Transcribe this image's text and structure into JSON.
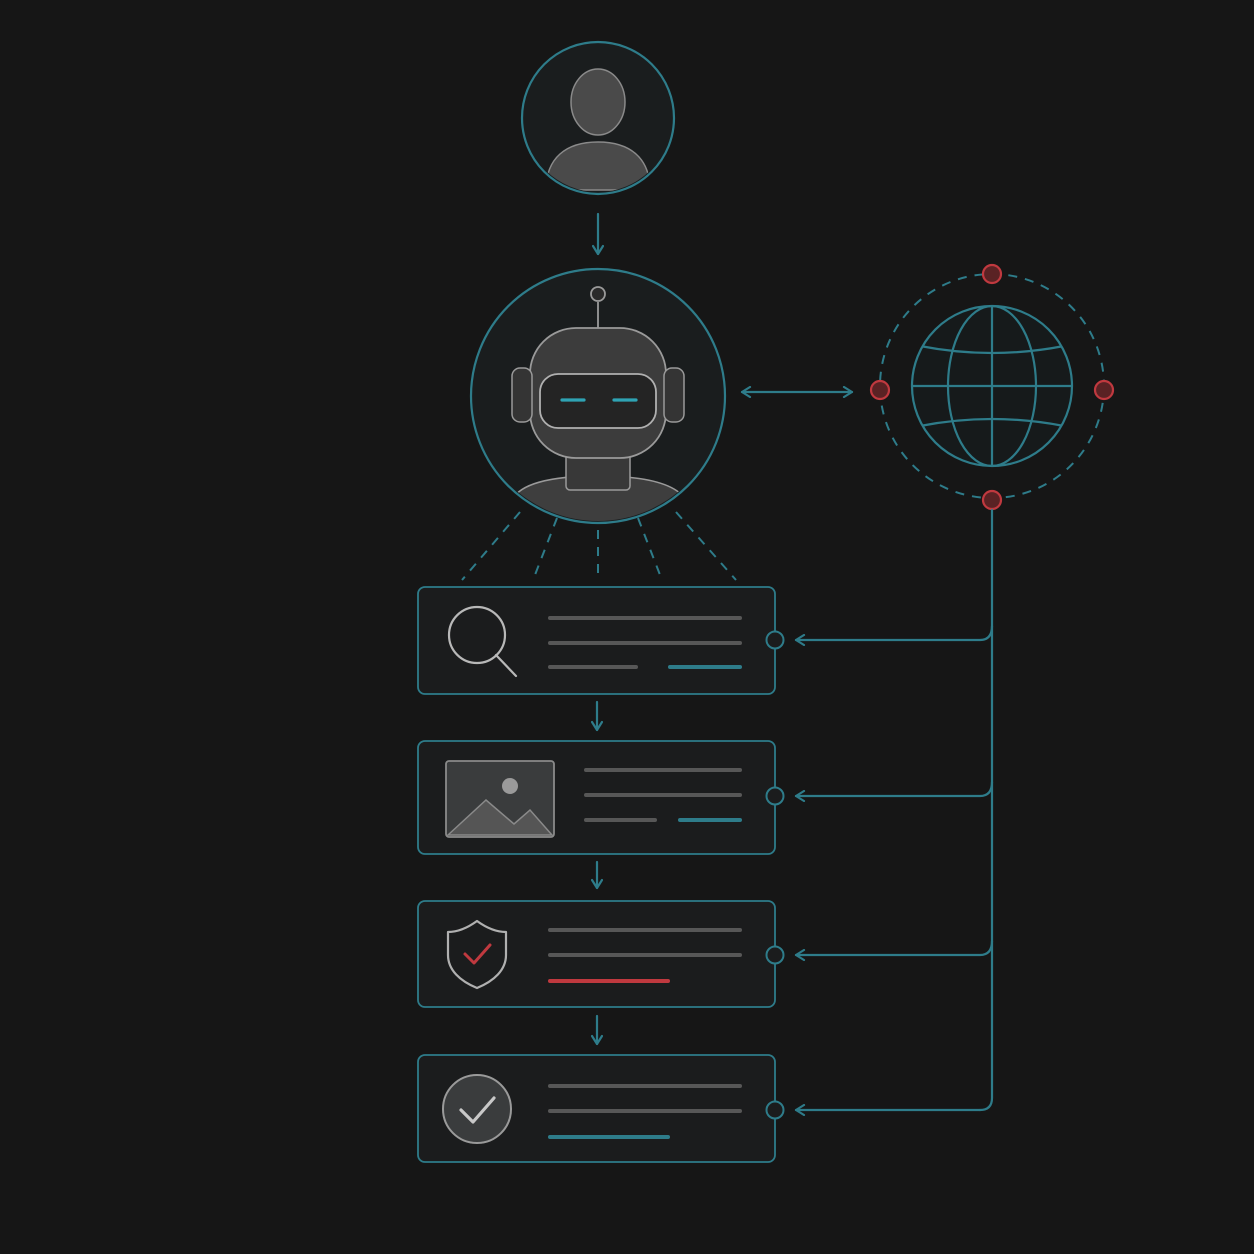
{
  "colors": {
    "background": "#161616",
    "accent_teal": "#2e7c8a",
    "accent_red": "#c0393f",
    "icon_gray": "#4a4a4a",
    "text_line_gray": "#575757"
  },
  "nodes": {
    "user": {
      "icon": "user-icon"
    },
    "agent": {
      "icon": "robot-icon"
    },
    "web": {
      "icon": "globe-icon",
      "satellite_count": 4
    }
  },
  "steps": [
    {
      "id": "search",
      "icon": "search-icon",
      "highlight": "teal"
    },
    {
      "id": "image",
      "icon": "image-icon",
      "highlight": "teal"
    },
    {
      "id": "security",
      "icon": "shield-check-icon",
      "highlight": "red"
    },
    {
      "id": "complete",
      "icon": "check-circle-icon",
      "highlight": "teal"
    }
  ],
  "connections": [
    {
      "from": "user",
      "to": "agent",
      "style": "arrow"
    },
    {
      "from": "agent",
      "to": "web",
      "style": "bidirectional-arrow"
    },
    {
      "from": "agent",
      "to": "steps",
      "style": "dashed-fan"
    },
    {
      "from": "web",
      "to": "search",
      "style": "arrow"
    },
    {
      "from": "web",
      "to": "image",
      "style": "arrow"
    },
    {
      "from": "web",
      "to": "security",
      "style": "arrow"
    },
    {
      "from": "web",
      "to": "complete",
      "style": "arrow"
    },
    {
      "from": "search",
      "to": "image",
      "style": "arrow"
    },
    {
      "from": "image",
      "to": "security",
      "style": "arrow"
    },
    {
      "from": "security",
      "to": "complete",
      "style": "arrow"
    }
  ]
}
